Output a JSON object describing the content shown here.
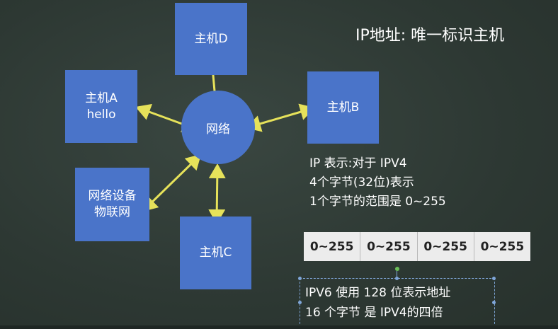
{
  "title": "IP地址: 唯一标识主机",
  "nodes": {
    "d": {
      "line1": "主机D"
    },
    "a": {
      "line1": "主机A",
      "line2": "hello"
    },
    "b": {
      "line1": "主机B"
    },
    "iot": {
      "line1": "网络设备",
      "line2": "物联网"
    },
    "c": {
      "line1": "主机C"
    },
    "network": "网络"
  },
  "ip_info": {
    "line1": "IP 表示:对于 IPV4",
    "line2": "4个字节(32位)表示",
    "line3": "1个字节的范围是 0~255"
  },
  "octets": [
    "0~255",
    "0~255",
    "0~255",
    "0~255"
  ],
  "ipv6": {
    "line1": "IPV6 使用 128 位表示地址",
    "line2": "16 个字节  是 IPV4的四倍"
  },
  "colors": {
    "background": "#2f3a35",
    "node_fill": "#4a74c9",
    "arrow": "#e6e25a",
    "text": "#ffffff"
  }
}
